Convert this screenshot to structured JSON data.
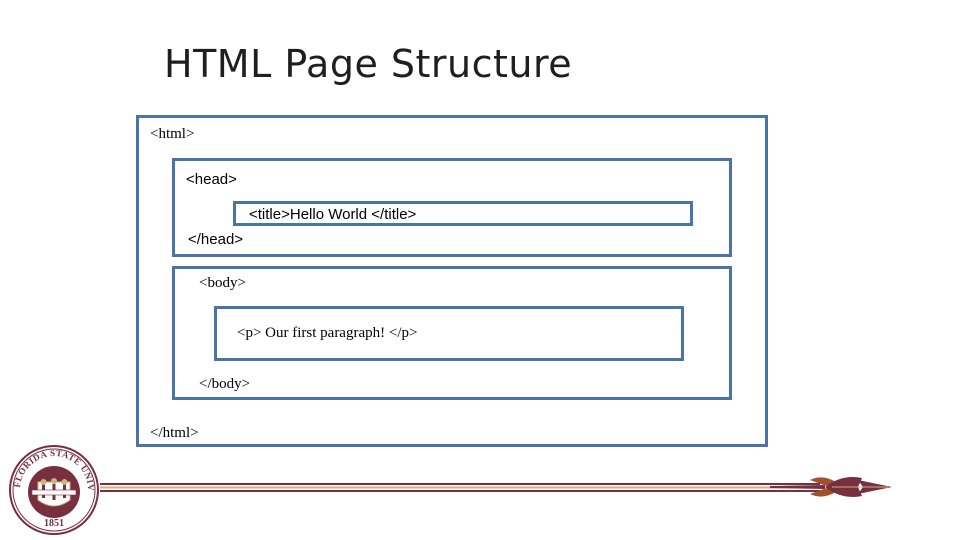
{
  "slide": {
    "title": "HTML Page Structure"
  },
  "diagram": {
    "html_open": "<html>",
    "html_close": "</html>",
    "head_open": "<head>",
    "head_close": "</head>",
    "title_tag": "<title>Hello World </title>",
    "body_open": "<body>",
    "body_close": "</body>",
    "p_tag": "<p> Our first paragraph! </p>"
  },
  "colors": {
    "box_border": "#4a73ac",
    "garnet": "#782f40",
    "gold": "#cbb57c"
  },
  "logo": {
    "seal_text": "FLORIDA STATE UNIVERSITY",
    "seal_year": "1851"
  }
}
